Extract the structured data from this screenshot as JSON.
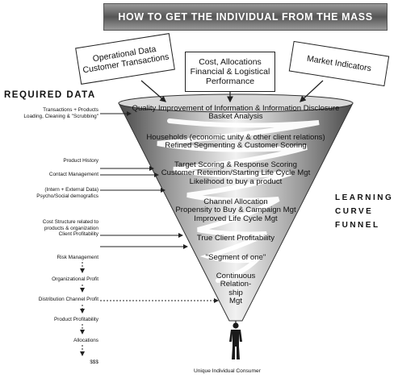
{
  "title": "HOW TO GET THE INDIVIDUAL FROM THE MASS",
  "input_boxes": {
    "left": [
      "Operational Data",
      "Customer Transactions"
    ],
    "center": [
      "Cost, Allocations",
      "Financial & Logistical",
      "Performance"
    ],
    "right": [
      "Market Indicators"
    ]
  },
  "required_data_title": "REQUIRED DATA",
  "required_data": [
    [
      "Transactions + Products",
      "Loading, Cleaning & \"Scrubbing\""
    ],
    [
      "Product History"
    ],
    [
      "Contact Management"
    ],
    [
      "(Intern + External Data)",
      "Psycho/Social demografics"
    ],
    [
      "Cost Structure related to",
      "products & organization",
      "Client Profitability"
    ],
    [
      "Risk Management"
    ],
    [
      "Organizational Profit"
    ],
    [
      "Distribution Channel Profit"
    ],
    [
      "Product Profitability"
    ],
    [
      "Allocations"
    ],
    [
      "$$$"
    ]
  ],
  "funnel_stages": [
    [
      "Quality Improvement of Information & Information Disclosure",
      "Basket Analysis"
    ],
    [
      "Households (economic unity & other client relations)",
      "Refined Segmenting & Customer Scoring"
    ],
    [
      "Target Scoring & Response Scoring",
      "Customer Retention/Starting Life Cycle Mgt",
      "Likelihood to buy a product"
    ],
    [
      "Channel Allocation",
      "Propensity to Buy & Campaign Mgt",
      "Improved Life Cycle Mgt"
    ],
    [
      "True Client Profitability"
    ],
    [
      "\"Segment of one\""
    ],
    [
      "Continuous",
      "Relation-",
      "ship",
      "Mgt"
    ]
  ],
  "side_label": [
    "LEARNING",
    "CURVE",
    "FUNNEL"
  ],
  "consumer_label": "Unique Individual Consumer",
  "colors": {
    "banner": "#6e6e6e",
    "funnel_dark": "#5a5a5a",
    "funnel_light": "#ececec",
    "swirl": "#ffffff"
  }
}
